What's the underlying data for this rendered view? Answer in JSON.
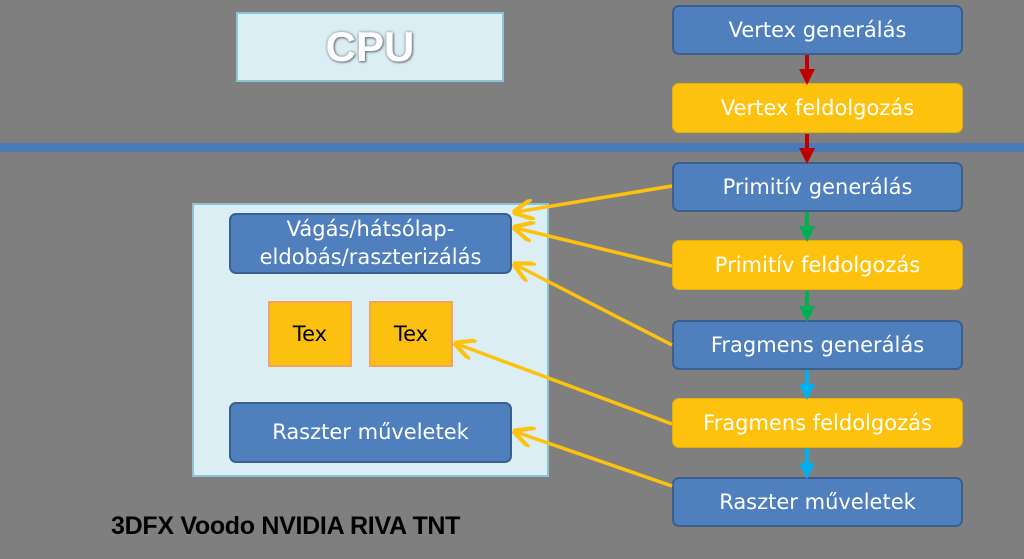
{
  "cpu": {
    "label": "CPU"
  },
  "pipeline": {
    "stages": [
      {
        "label": "Vertex generálás",
        "color": "#4f7fbd"
      },
      {
        "label": "Vertex feldolgozás",
        "color": "#fcc20e"
      },
      {
        "label": "Primitív generálás",
        "color": "#4f7fbd"
      },
      {
        "label": "Primitív feldolgozás",
        "color": "#fcc20e"
      },
      {
        "label": "Fragmens generálás",
        "color": "#4f7fbd"
      },
      {
        "label": "Fragmens feldolgozás",
        "color": "#fcc20e"
      },
      {
        "label": "Raszter műveletek",
        "color": "#4f7fbd"
      }
    ],
    "connector_colors": [
      "#c00000",
      "#c00000",
      "#00b050",
      "#00b050",
      "#00b0f0",
      "#00b0f0"
    ]
  },
  "gpu_panel": {
    "clipping_unit": {
      "line1": "Vágás/hátsólap-",
      "line2": "eldobás/raszterizálás"
    },
    "tex_units": [
      "Tex",
      "Tex"
    ],
    "raster_unit": "Raszter műveletek"
  },
  "mapping_arrow_color": "#fcc20e",
  "caption": "3DFX Voodo NVIDIA RIVA TNT"
}
